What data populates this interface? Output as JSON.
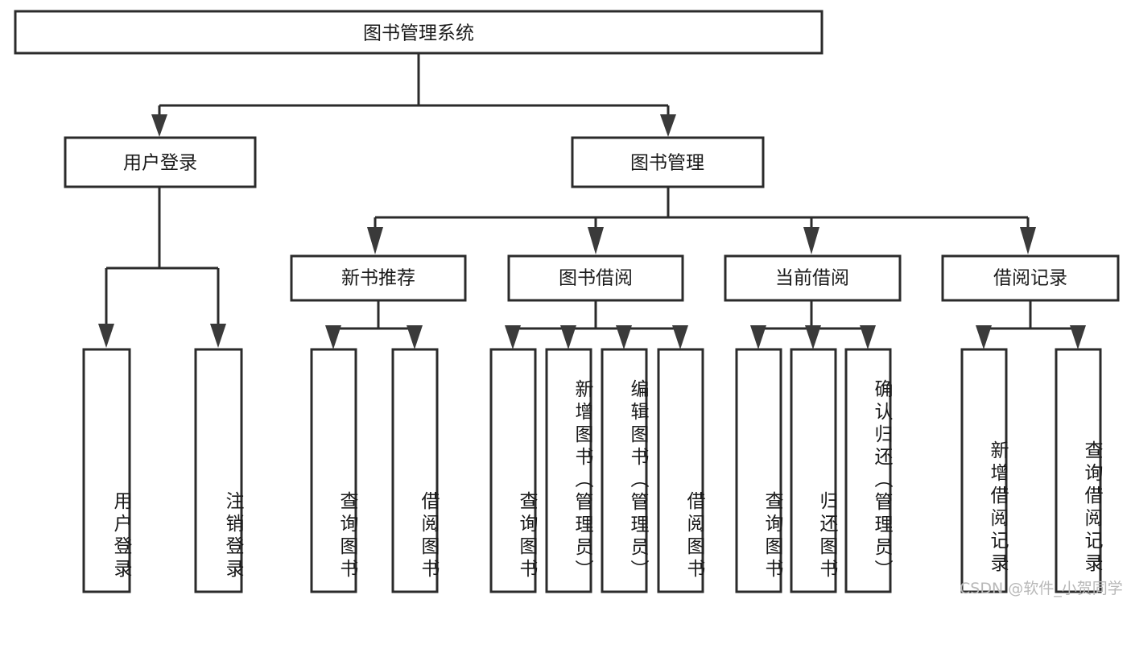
{
  "diagram": {
    "type": "tree-hierarchy-diagram",
    "title": "图书管理系统",
    "background_color": "#ffffff",
    "box_border_color": "#2b2b2b",
    "box_fill_color": "#ffffff",
    "connector_color": "#2b2b2b",
    "text_color": "#1a1a1a"
  },
  "nodes": {
    "root": {
      "label": "图书管理系统",
      "level": 1,
      "orientation": "horizontal"
    },
    "level2": [
      {
        "id": "user-login",
        "label": "用户登录",
        "orientation": "horizontal"
      },
      {
        "id": "book-management",
        "label": "图书管理",
        "orientation": "horizontal"
      }
    ],
    "level3": [
      {
        "id": "new-book-recommend",
        "label": "新书推荐",
        "orientation": "horizontal",
        "parent": "book-management"
      },
      {
        "id": "book-borrow",
        "label": "图书借阅",
        "orientation": "horizontal",
        "parent": "book-management"
      },
      {
        "id": "current-borrow",
        "label": "当前借阅",
        "orientation": "horizontal",
        "parent": "book-management"
      },
      {
        "id": "borrow-record",
        "label": "借阅记录",
        "orientation": "horizontal",
        "parent": "book-management"
      }
    ],
    "leaves": [
      {
        "id": "leaf-user-login",
        "label": "用户登录",
        "parent": "user-login",
        "orientation": "vertical"
      },
      {
        "id": "leaf-user-logout",
        "label": "注销登录",
        "parent": "user-login",
        "orientation": "vertical"
      },
      {
        "id": "leaf-query-book-1",
        "label": "查询图书",
        "parent": "new-book-recommend",
        "orientation": "vertical"
      },
      {
        "id": "leaf-borrow-book-1",
        "label": "借阅图书",
        "parent": "new-book-recommend",
        "orientation": "vertical"
      },
      {
        "id": "leaf-query-book-2",
        "label": "查询图书",
        "parent": "book-borrow",
        "orientation": "vertical"
      },
      {
        "id": "leaf-add-book",
        "label": "新增图书（管理员）",
        "parent": "book-borrow",
        "orientation": "vertical"
      },
      {
        "id": "leaf-edit-book",
        "label": "编辑图书（管理员）",
        "parent": "book-borrow",
        "orientation": "vertical"
      },
      {
        "id": "leaf-borrow-book-2",
        "label": "借阅图书",
        "parent": "book-borrow",
        "orientation": "vertical"
      },
      {
        "id": "leaf-query-book-3",
        "label": "查询图书",
        "parent": "current-borrow",
        "orientation": "vertical"
      },
      {
        "id": "leaf-return-book",
        "label": "归还图书",
        "parent": "current-borrow",
        "orientation": "vertical"
      },
      {
        "id": "leaf-confirm-return",
        "label": "确认归还（管理员）",
        "parent": "current-borrow",
        "orientation": "vertical"
      },
      {
        "id": "leaf-add-record",
        "label": "新增借阅记录",
        "parent": "borrow-record",
        "orientation": "vertical"
      },
      {
        "id": "leaf-query-record",
        "label": "查询借阅记录",
        "parent": "borrow-record",
        "orientation": "vertical"
      }
    ]
  },
  "watermark": {
    "text": "CSDN @软件_小贺同学"
  }
}
